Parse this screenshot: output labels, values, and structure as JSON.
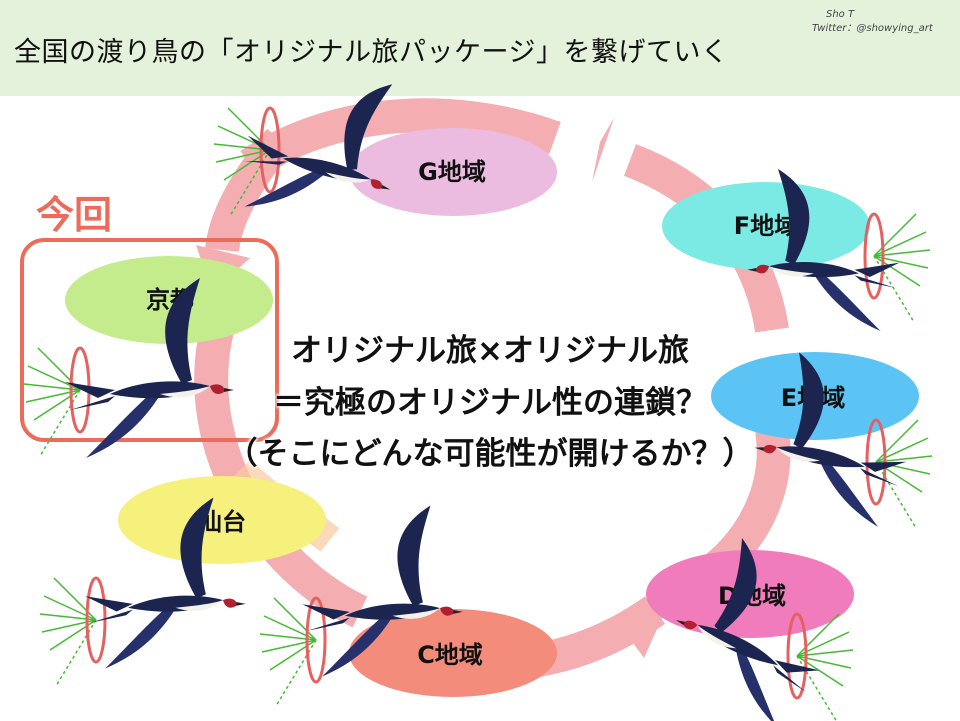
{
  "header": {
    "title": "全国の渡り鳥の「オリジナル旅パッケージ」を繋げていく",
    "credit_name": "Sho T",
    "credit_handle": "Twitter：@showying_art"
  },
  "highlight": {
    "label": "今回"
  },
  "regions": [
    {
      "id": "kyoto",
      "label": "京都",
      "color": "#c4ec8c"
    },
    {
      "id": "sendai",
      "label": "仙台",
      "color": "#f6f07c"
    },
    {
      "id": "c",
      "label": "C地域",
      "color": "#f48c7c"
    },
    {
      "id": "d",
      "label": "D地域",
      "color": "#f07cbc"
    },
    {
      "id": "e",
      "label": "E地域",
      "color": "#5cc4f4"
    },
    {
      "id": "f",
      "label": "F地域",
      "color": "#7ceae4"
    },
    {
      "id": "g",
      "label": "G地域",
      "color": "#ecbce0"
    }
  ],
  "center": {
    "line1": "オリジナル旅×オリジナル旅",
    "line2": "＝究極のオリジナル性の連鎖？",
    "line3": "（そこにどんな可能性が開けるか？）"
  },
  "colors": {
    "cycle_arrow": "#f3a3a7",
    "highlight_frame": "#ec6c5c",
    "swallow_body": "#1c2450",
    "swallow_throat": "#b02030",
    "ring": "#e56060",
    "wind_lines": "#44bb33"
  }
}
